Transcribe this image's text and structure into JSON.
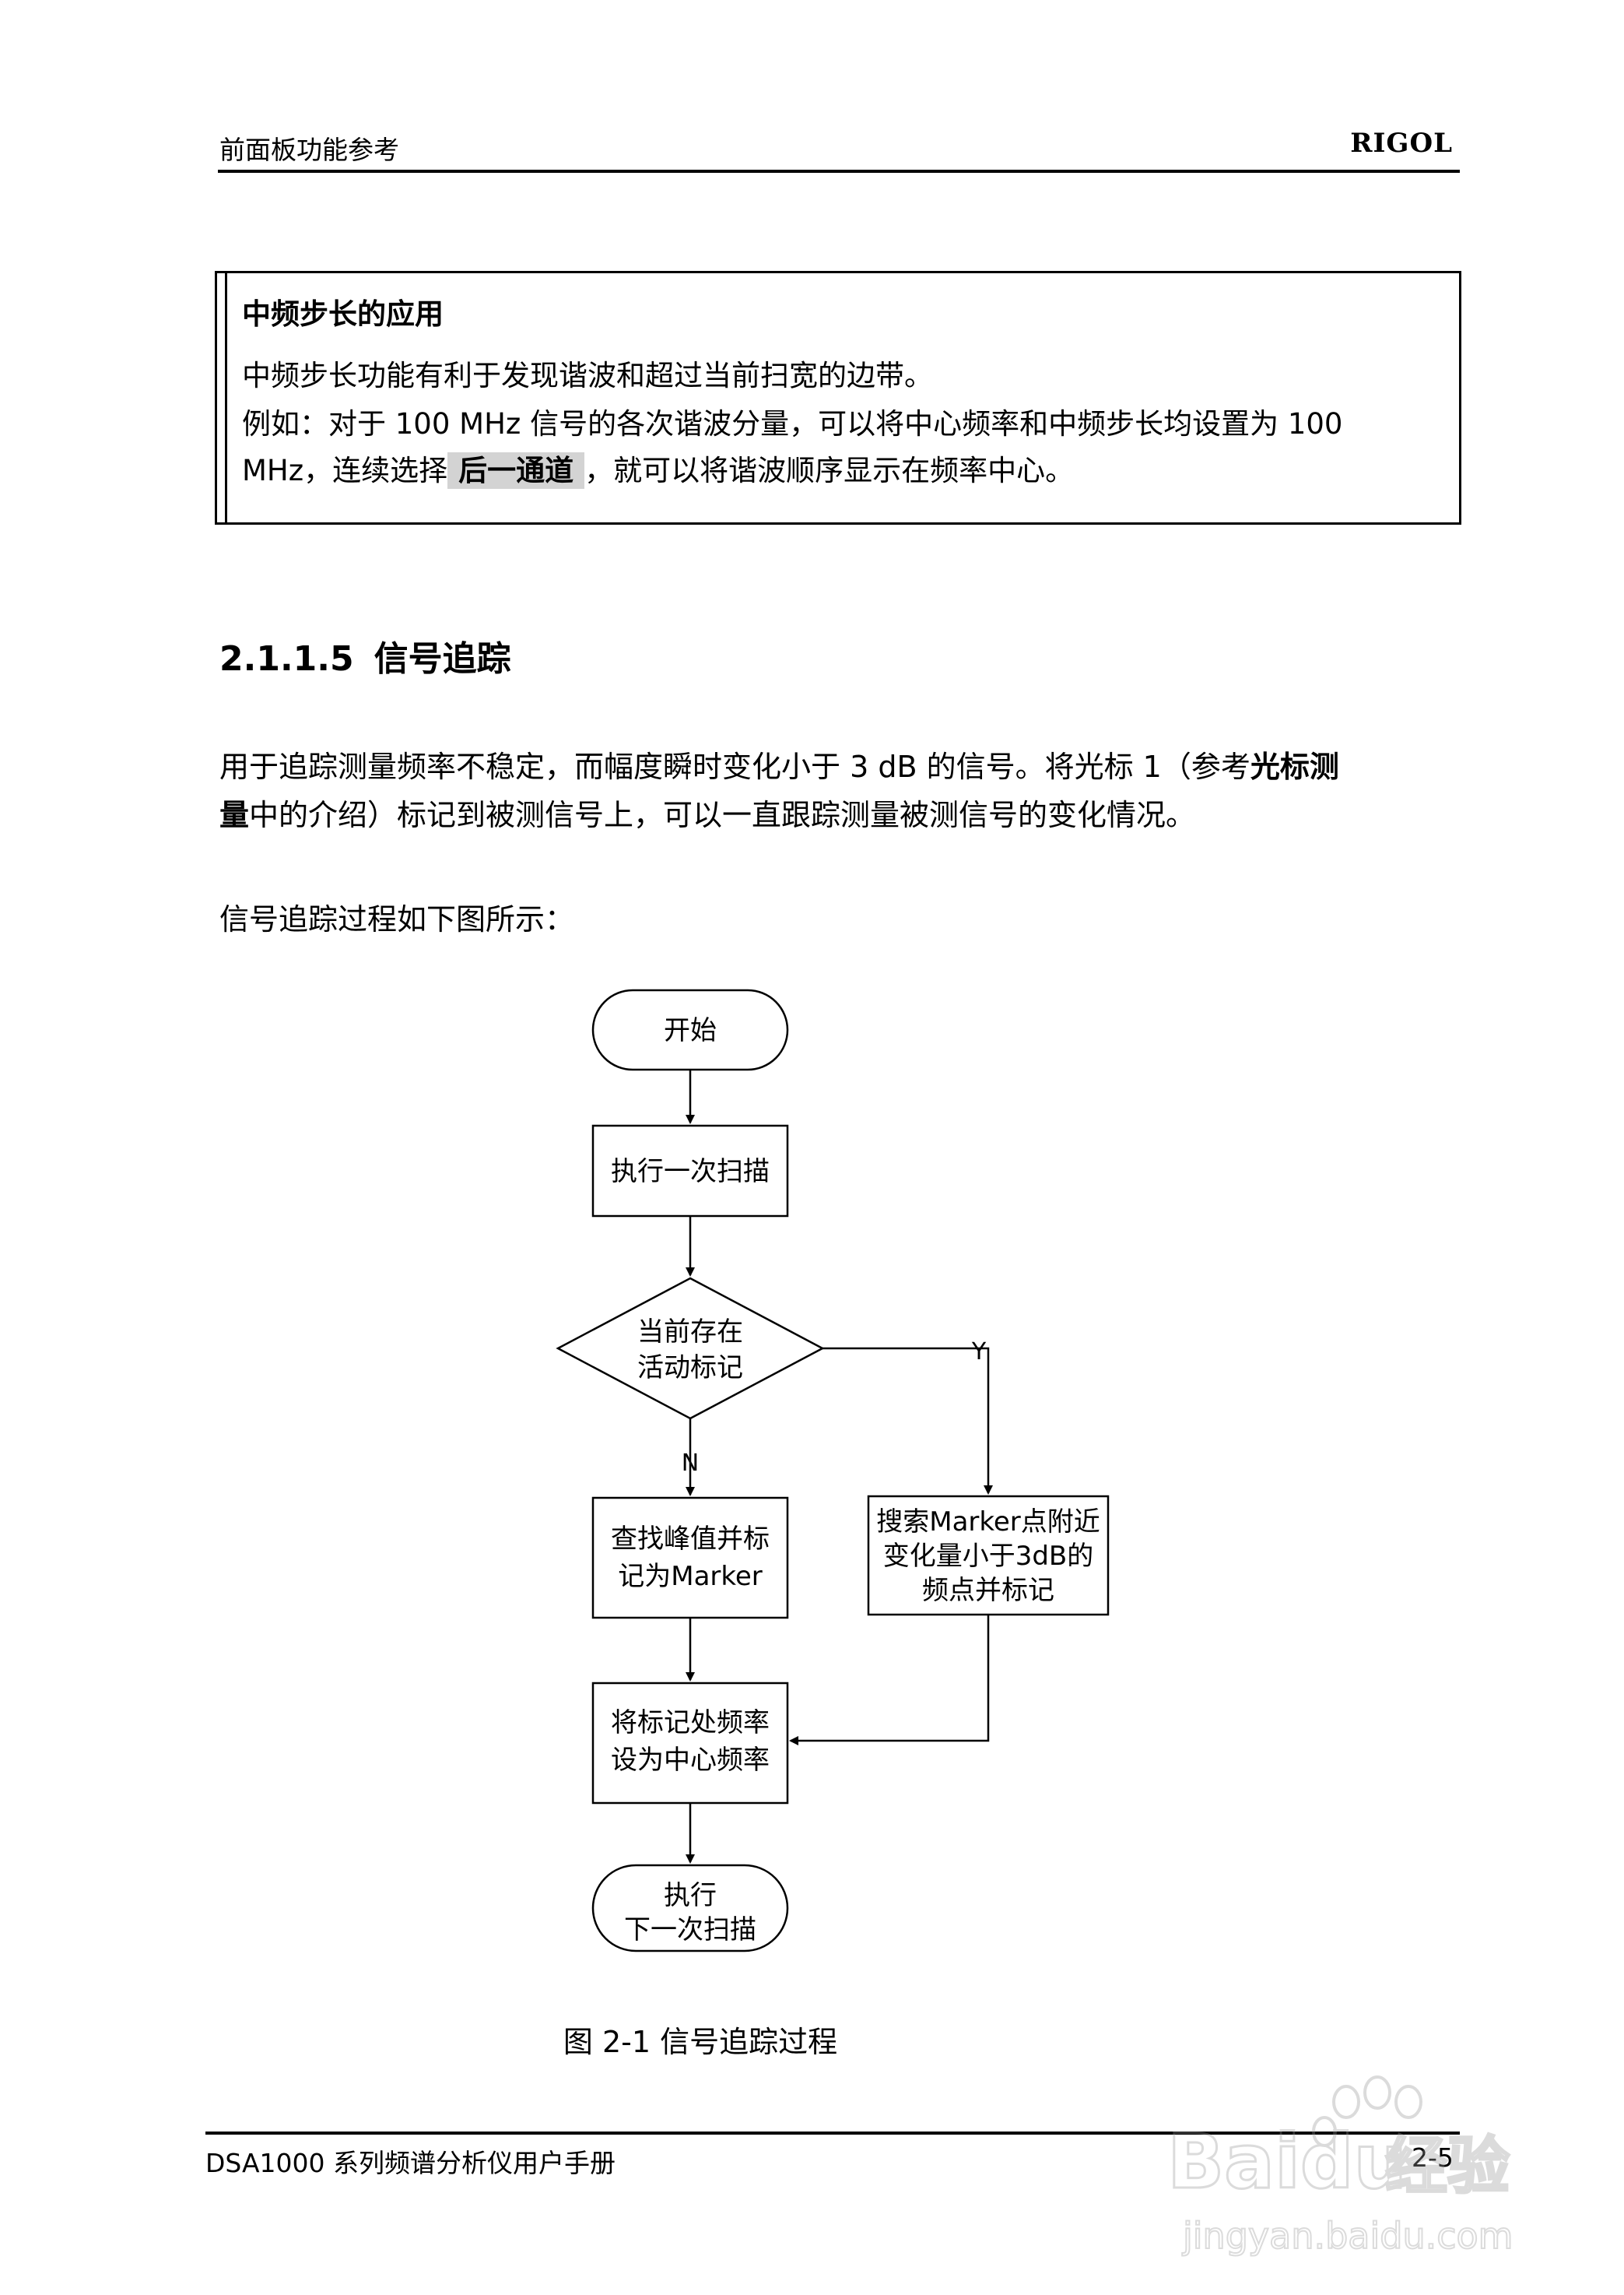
{
  "header": {
    "section": "前面板功能参考",
    "brand": "RIGOL"
  },
  "note": {
    "title": "中频步长的应用",
    "line1": "中频步长功能有利于发现谐波和超过当前扫宽的边带。",
    "line2": "例如：对于 100 MHz 信号的各次谐波分量，可以将中心频率和中频步长均设置为 100",
    "line3_pre": "MHz，连续选择",
    "line3_button": "后一通道",
    "line3_post": "，就可以将谐波顺序显示在频率中心。"
  },
  "section": {
    "number": "2.1.1.5",
    "title": "信号追踪",
    "para1_line1_pre": "用于追踪测量频率不稳定，而幅度瞬时变化小于 3 dB 的信号。将光标 1（参考",
    "para1_line1_bold": "光标测",
    "para1_line2_bold": "量",
    "para1_line2_post": "中的介绍）标记到被测信号上，可以一直跟踪测量被测信号的变化情况。",
    "para2": "信号追踪过程如下图所示："
  },
  "flowchart": {
    "start": "开始",
    "step1": "执行一次扫描",
    "decision_line1": "当前存在",
    "decision_line2": "活动标记",
    "yes_label": "Y",
    "no_label": "N",
    "no_step_line1": "查找峰值并标",
    "no_step_line2": "记为Marker",
    "yes_step_line1": "搜索Marker点附近",
    "yes_step_line2": "变化量小于3dB的",
    "yes_step_line3": "频点并标记",
    "step_set_line1": "将标记处频率",
    "step_set_line2": "设为中心频率",
    "end_line1": "执行",
    "end_line2": "下一次扫描"
  },
  "caption": "图  2-1  信号追踪过程",
  "footer": {
    "manual": "DSA1000 系列频谱分析仪用户手册",
    "page": "2-5"
  },
  "watermark": {
    "text1": "Baidu",
    "text2": "经验",
    "text3": "jingyan.baidu.com"
  }
}
